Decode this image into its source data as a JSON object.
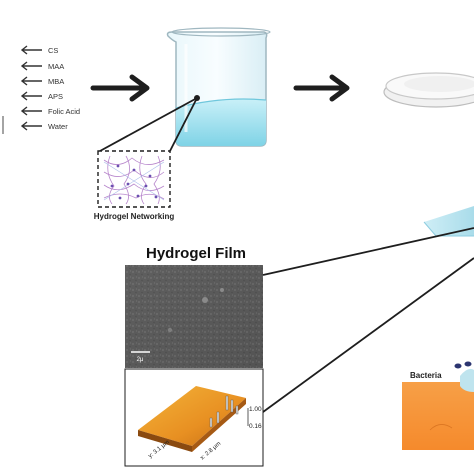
{
  "ingredients": {
    "items": [
      "CS",
      "MAA",
      "MBA",
      "APS",
      "Folic Acid",
      "Water"
    ]
  },
  "networking": {
    "label": "Hydrogel Networking"
  },
  "film": {
    "title": "Hydrogel Film",
    "sem_scale": "2μ",
    "afm": {
      "z_top": "1.00",
      "z_bottom": "0.16",
      "y_axis": "y: 3.1 μm",
      "x_axis": "x: 2.8 μm"
    }
  },
  "bacteria": {
    "label": "Bacteria"
  },
  "colors": {
    "water": "#a8e4f0",
    "beaker_stroke": "#9fb7c0",
    "arrow": "#1e1e1e",
    "mesh": "#b07ac7",
    "bacteria_bg": "#f4933a"
  }
}
